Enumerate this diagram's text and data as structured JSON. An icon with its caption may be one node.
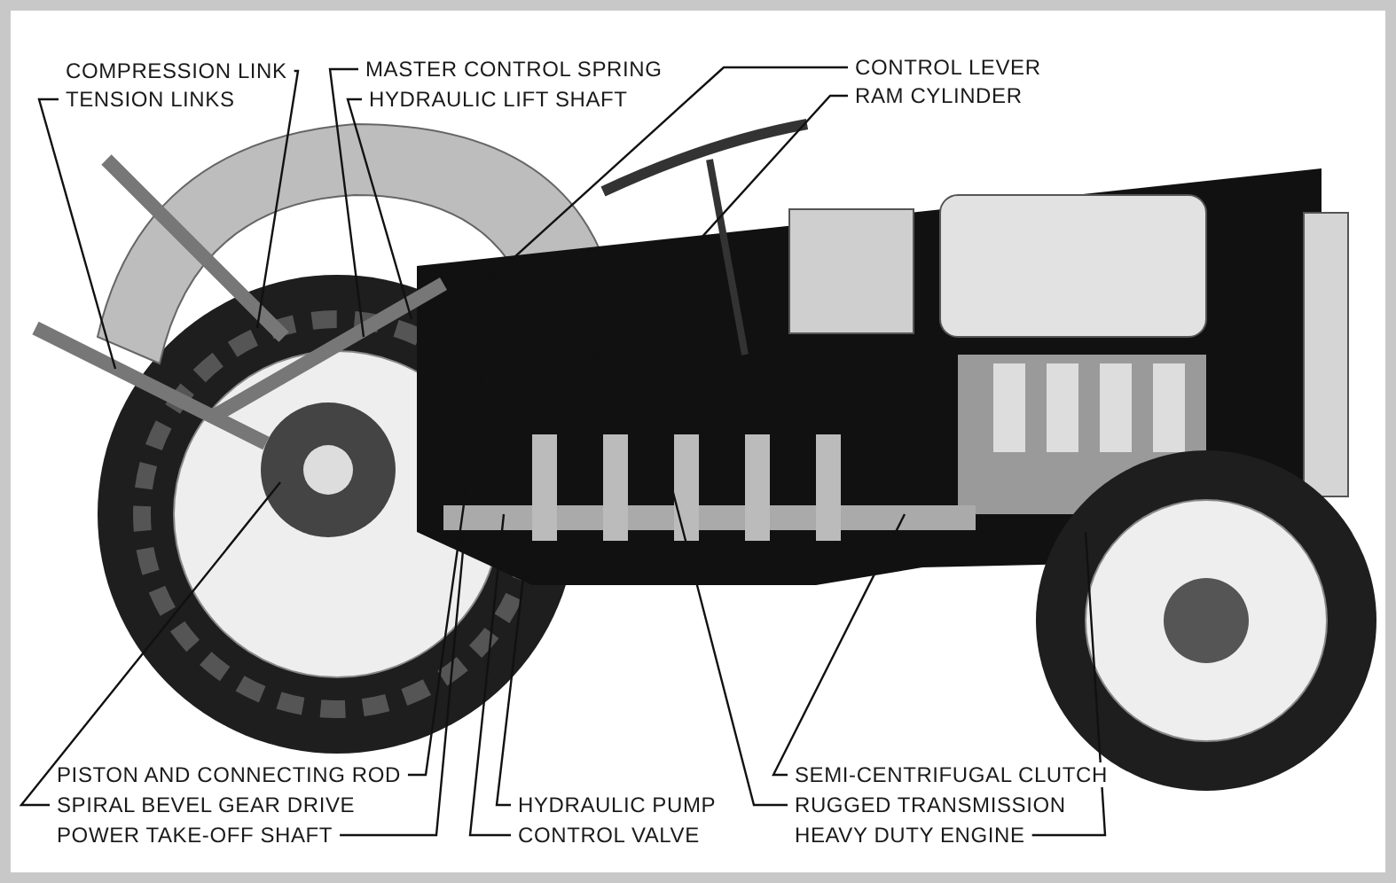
{
  "diagram": {
    "nodes": [
      {
        "text": [
          "COMPRESSION LINK"
        ]
      },
      {
        "text": [
          "TENSION LINKS"
        ]
      },
      {
        "text": [
          "MASTER CONTROL SPRING"
        ]
      },
      {
        "text": [
          "HYDRAULIC LIFT SHAFT"
        ]
      },
      {
        "text": [
          "CONTROL LEVER"
        ]
      },
      {
        "text": [
          "RAM CYLINDER"
        ]
      },
      {
        "text": [
          "PISTON AND CONNECTING ROD"
        ]
      },
      {
        "text": [
          "SPIRAL BEVEL GEAR DRIVE"
        ]
      },
      {
        "text": [
          "POWER TAKE-OFF SHAFT"
        ]
      },
      {
        "text": [
          "HYDRAULIC PUMP"
        ]
      },
      {
        "text": [
          "CONTROL VALVE"
        ]
      },
      {
        "text": [
          "SEMI-CENTRIFUGAL CLUTCH"
        ]
      },
      {
        "text": [
          "RUGGED TRANSMISSION"
        ]
      },
      {
        "text": [
          "HEAVY DUTY ENGINE"
        ]
      }
    ],
    "edges": [
      {
        "from": 0,
        "to": null,
        "arrow": "none"
      },
      {
        "from": 1,
        "to": null,
        "arrow": "none"
      },
      {
        "from": 2,
        "to": null,
        "arrow": "none"
      },
      {
        "from": 3,
        "to": null,
        "arrow": "none"
      },
      {
        "from": 4,
        "to": null,
        "arrow": "none"
      },
      {
        "from": 5,
        "to": null,
        "arrow": "none"
      },
      {
        "from": 6,
        "to": null,
        "arrow": "none"
      },
      {
        "from": 7,
        "to": null,
        "arrow": "none"
      },
      {
        "from": 8,
        "to": null,
        "arrow": "none"
      },
      {
        "from": 9,
        "to": null,
        "arrow": "none"
      },
      {
        "from": 10,
        "to": null,
        "arrow": "none"
      },
      {
        "from": 11,
        "to": null,
        "arrow": "none"
      },
      {
        "from": 12,
        "to": null,
        "arrow": "none"
      },
      {
        "from": 13,
        "to": null,
        "arrow": "none"
      }
    ]
  }
}
